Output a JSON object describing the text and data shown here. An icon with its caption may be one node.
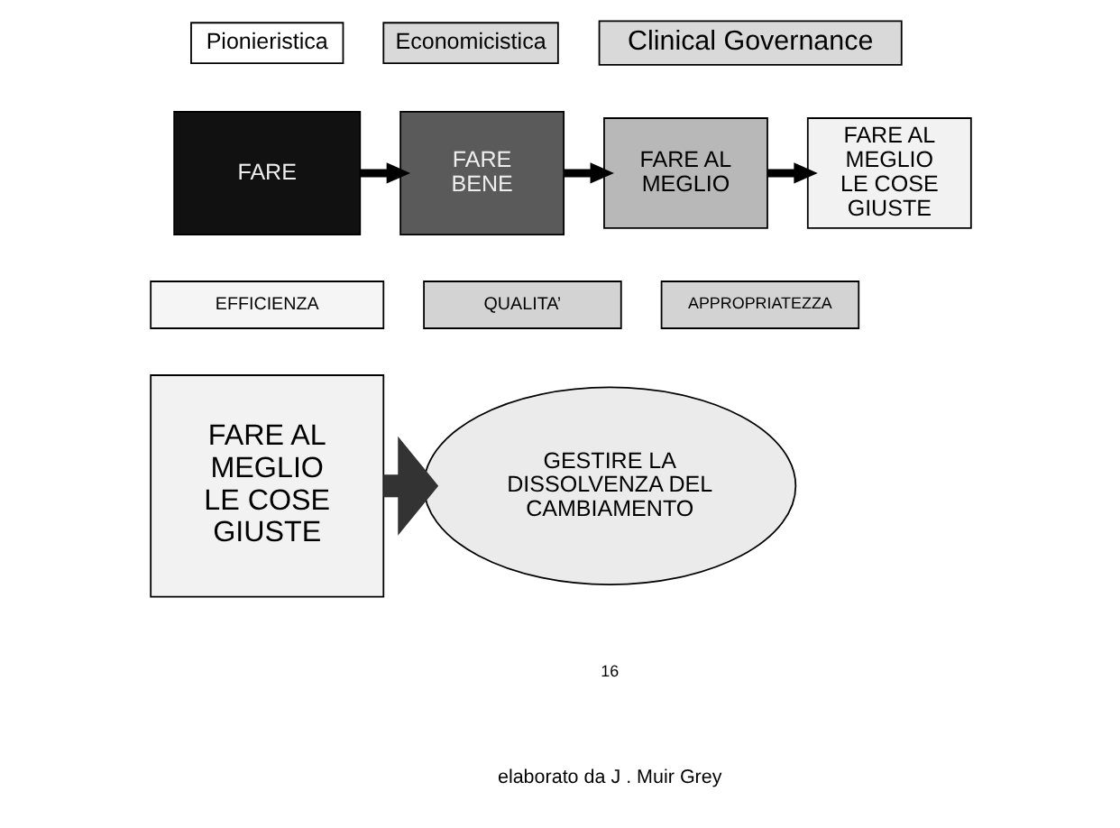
{
  "diagram": {
    "nodes": [
      {
        "text": [
          "Pionieristica"
        ]
      },
      {
        "text": [
          "Economicistica"
        ]
      },
      {
        "text": [
          "Clinical Governance"
        ]
      },
      {
        "text": [
          "FARE"
        ]
      },
      {
        "text": [
          "FARE BENE"
        ]
      },
      {
        "text": [
          "FARE AL MEGLIO"
        ]
      },
      {
        "text": [
          "FARE AL MEGLIO LE COSE GIUSTE"
        ]
      },
      {
        "text": [
          "EFFICIENZA"
        ]
      },
      {
        "text": [
          "QUALITA’"
        ]
      },
      {
        "text": [
          "APPROPRIATEZZA"
        ]
      },
      {
        "text": [
          "FARE AL MEGLIO LE COSE GIUSTE"
        ]
      },
      {
        "text": [
          "GESTIRE LA DISSOLVENZA DEL CAMBIAMENTO"
        ]
      }
    ],
    "edges": [
      {
        "from": 3,
        "to": 4,
        "arrow": "to"
      },
      {
        "from": 4,
        "to": 5,
        "arrow": "to"
      },
      {
        "from": 5,
        "to": 6,
        "arrow": "to"
      },
      {
        "from": 10,
        "to": 11,
        "arrow": "to",
        "style": "thick",
        "color": "#333333"
      }
    ],
    "labels": [
      "16",
      "elaborato da J . Muir Grey"
    ]
  }
}
